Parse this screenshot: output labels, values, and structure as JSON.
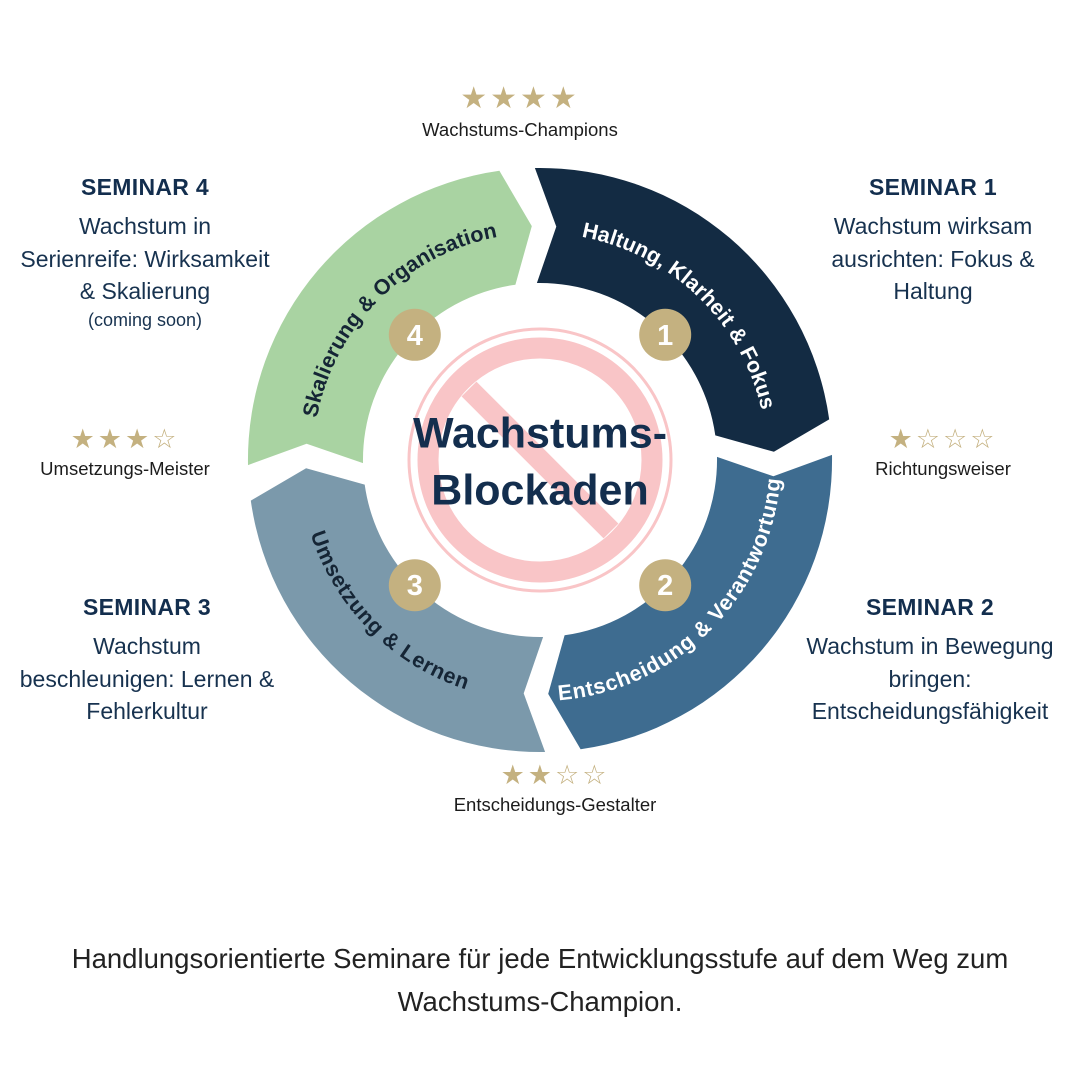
{
  "wheel": {
    "center": {
      "title_line1": "Wachstums-",
      "title_line2": "Blockaden",
      "sign_color": "#f9c5c7"
    },
    "badge_color": "#c4b180",
    "segments": [
      {
        "number": "1",
        "label": "Haltung, Klarheit & Fokus",
        "color": "#132b43",
        "text_color": "#ffffff"
      },
      {
        "number": "2",
        "label": "Entscheidung & Verantwortung",
        "color": "#3e6c90",
        "text_color": "#ffffff"
      },
      {
        "number": "3",
        "label": "Umsetzung & Lernen",
        "color": "#7b99ab",
        "text_color": "#152535"
      },
      {
        "number": "4",
        "label": "Skalierung & Organisation",
        "color": "#a9d3a2",
        "text_color": "#152535"
      }
    ]
  },
  "seminars": [
    {
      "heading": "SEMINAR 1",
      "body": "Wachstum wirksam\nausrichten: Fokus &\nHaltung",
      "note": ""
    },
    {
      "heading": "SEMINAR 2",
      "body": "Wachstum in Bewegung\nbringen:\nEntscheidungsfähigkeit",
      "note": ""
    },
    {
      "heading": "SEMINAR 3",
      "body": "Wachstum\nbeschleunigen: Lernen &\nFehlerkultur",
      "note": ""
    },
    {
      "heading": "SEMINAR 4",
      "body": "Wachstum in\nSerienreife: Wirksamkeit\n& Skalierung",
      "note": "(coming soon)"
    }
  ],
  "ratings": [
    {
      "position": "top",
      "label": "Wachstums-Champions",
      "filled": 4,
      "total": 4
    },
    {
      "position": "right",
      "label": "Richtungsweiser",
      "filled": 1,
      "total": 4
    },
    {
      "position": "bottom",
      "label": "Entscheidungs-Gestalter",
      "filled": 2,
      "total": 4
    },
    {
      "position": "left",
      "label": "Umsetzungs-Meister",
      "filled": 3,
      "total": 4
    }
  ],
  "caption": "Handlungsorientierte Seminare für jede Entwicklungsstufe auf dem Weg zum\nWachstums-Champion.",
  "colors": {
    "star_gold": "#c4b180",
    "navy_text": "#132e4e",
    "pink": "#f9c5c7"
  }
}
